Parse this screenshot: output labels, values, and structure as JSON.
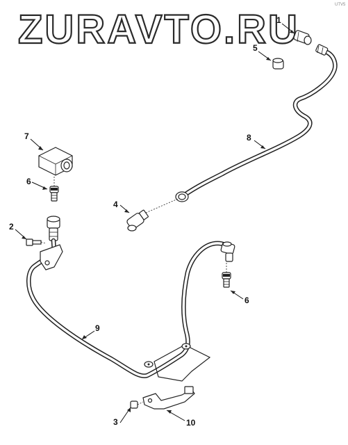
{
  "watermark": "ZURAVTO.RU",
  "ref_code": "UTV5",
  "callouts": {
    "c1": "1",
    "c2": "2",
    "c3": "3",
    "c4": "4",
    "c5": "5",
    "c6a": "6",
    "c6b": "6",
    "c7": "7",
    "c8": "8",
    "c9": "9",
    "c10": "10"
  },
  "colors": {
    "ink": "#222222",
    "paper": "#ffffff"
  }
}
